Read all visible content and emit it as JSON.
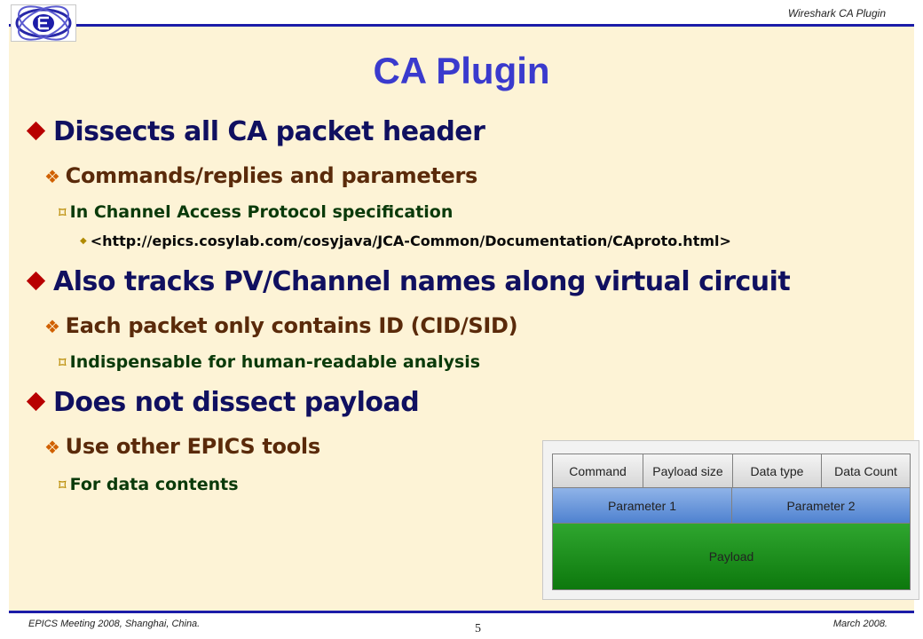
{
  "header": {
    "title": "Wireshark CA Plugin"
  },
  "slide": {
    "title": "CA Plugin",
    "bullets": [
      {
        "level": 1,
        "text": "Dissects all CA packet header"
      },
      {
        "level": 2,
        "text": "Commands/replies and parameters"
      },
      {
        "level": 3,
        "text": "In Channel Access Protocol specification"
      },
      {
        "level": 4,
        "text": "<http://epics.cosylab.com/cosyjava/JCA-Common/Documentation/CAproto.html>"
      },
      {
        "level": 1,
        "text": "Also tracks PV/Channel names along virtual circuit"
      },
      {
        "level": 2,
        "text": "Each packet only contains ID (CID/SID)"
      },
      {
        "level": 3,
        "text": "Indispensable for human-readable analysis"
      },
      {
        "level": 1,
        "text": "Does not dissect payload"
      },
      {
        "level": 2,
        "text": "Use other EPICS tools"
      },
      {
        "level": 3,
        "text": "For data contents"
      }
    ]
  },
  "diagram": {
    "header_fields": [
      "Command",
      "Payload size",
      "Data type",
      "Data Count"
    ],
    "param_fields": [
      "Parameter 1",
      "Parameter 2"
    ],
    "payload_label": "Payload",
    "colors": {
      "header": "#dcdcdc",
      "parameters": "#6a98de",
      "payload": "#179017"
    }
  },
  "footer": {
    "left": "EPICS Meeting 2008, Shanghai, China.",
    "right": "March 2008.",
    "page_number": "5"
  }
}
